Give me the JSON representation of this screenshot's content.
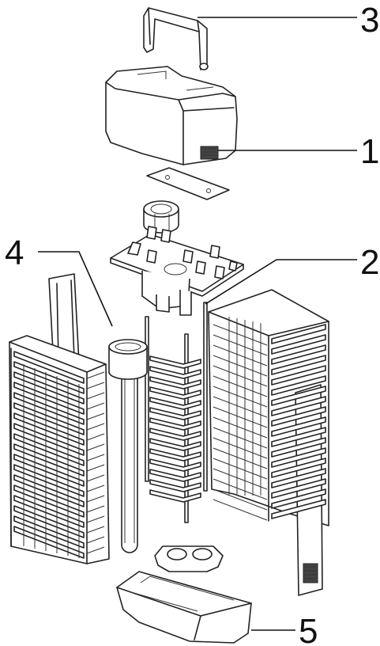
{
  "callouts": {
    "c1": "1",
    "c2": "2",
    "c3": "3",
    "c4": "4",
    "c5": "5"
  },
  "colors": {
    "line": "#222222",
    "shade": "#e8e8e8",
    "background": "#ffffff"
  }
}
